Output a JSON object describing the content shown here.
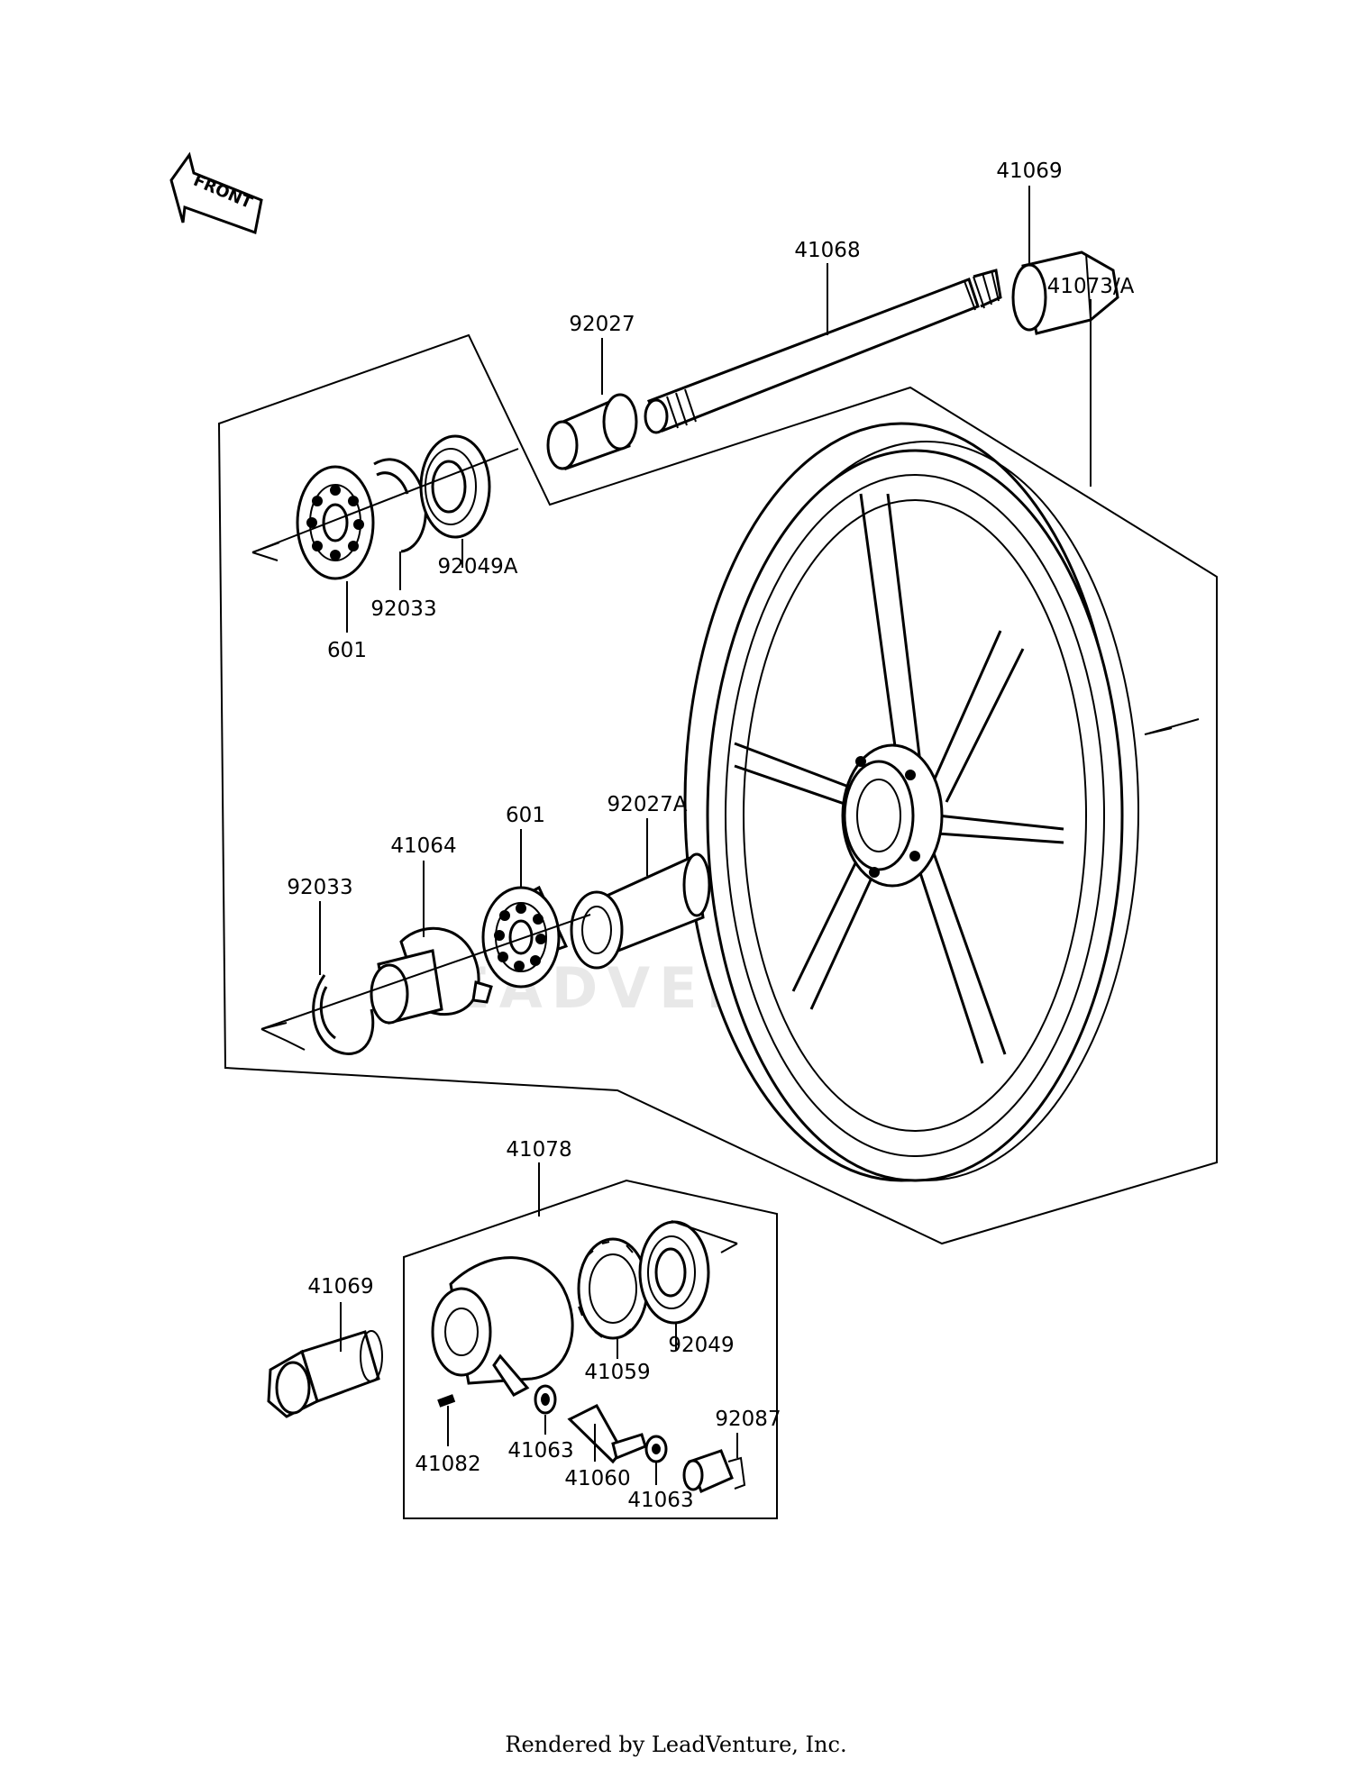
{
  "front_label": "FRONT",
  "watermark": "LEADVENTURE",
  "footer": "Rendered by LeadVenture, Inc.",
  "callouts": {
    "c41069_top": "41069",
    "c41068": "41068",
    "c92027": "92027",
    "c41073A": "41073/A",
    "c92049A": "92049A",
    "c92033_top": "92033",
    "c601_top": "601",
    "c92027A": "92027A",
    "c601_mid": "601",
    "c41064": "41064",
    "c92033_mid": "92033",
    "c41078": "41078",
    "c41069_bot": "41069",
    "c92049": "92049",
    "c41059": "41059",
    "c92087": "92087",
    "c41082": "41082",
    "c41063_a": "41063",
    "c41060": "41060",
    "c41063_b": "41063"
  }
}
